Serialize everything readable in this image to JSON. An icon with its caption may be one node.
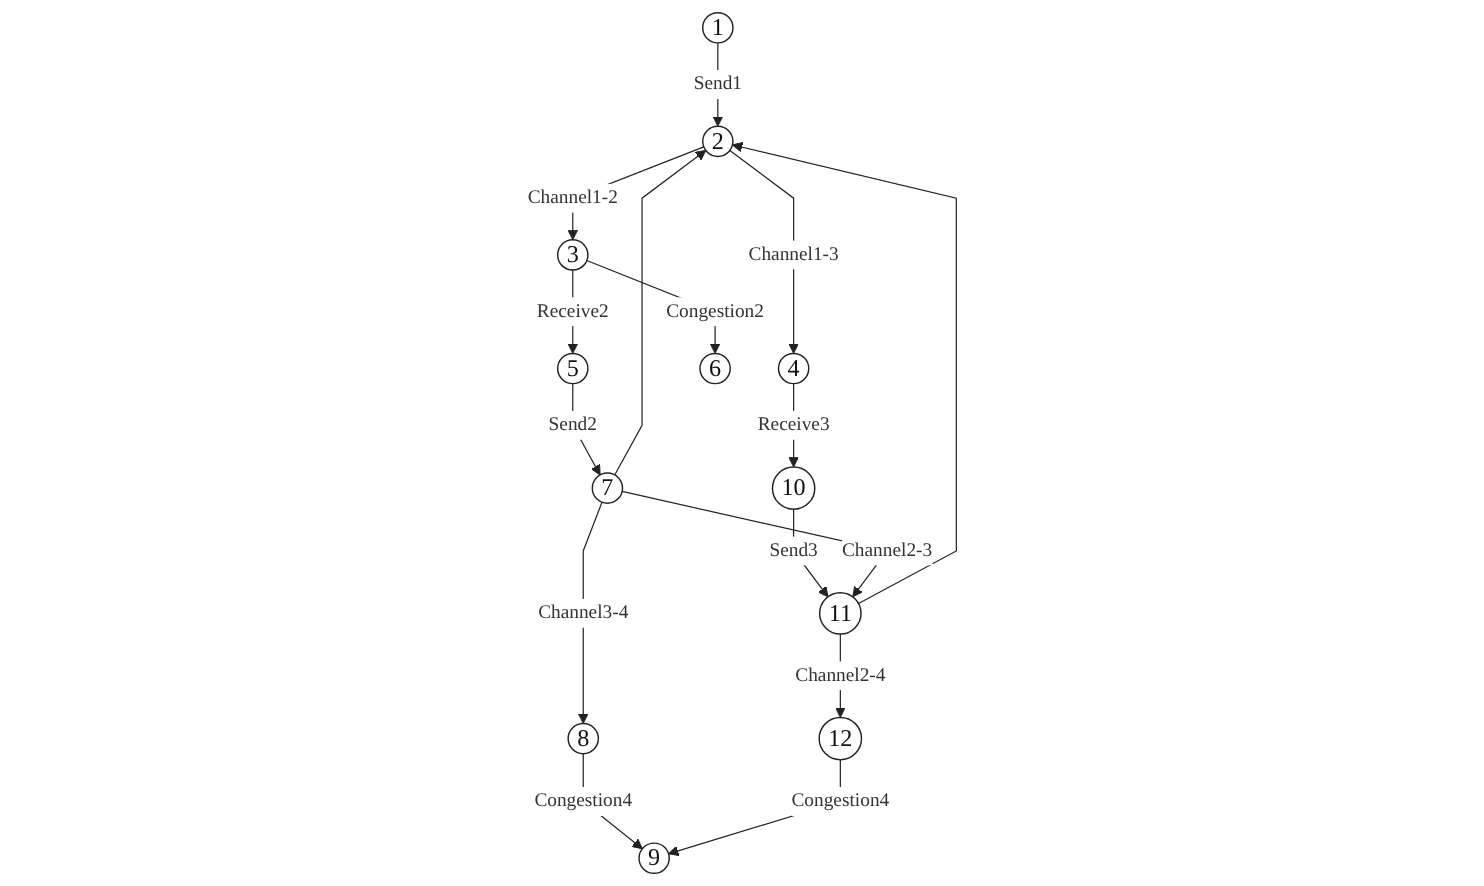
{
  "diagram": {
    "nodes": [
      {
        "text": [
          "1"
        ]
      },
      {
        "text": [
          "2"
        ]
      },
      {
        "text": [
          "3"
        ]
      },
      {
        "text": [
          "4"
        ]
      },
      {
        "text": [
          "5"
        ]
      },
      {
        "text": [
          "6"
        ]
      },
      {
        "text": [
          "7"
        ]
      },
      {
        "text": [
          "8"
        ]
      },
      {
        "text": [
          "9"
        ]
      },
      {
        "text": [
          "10"
        ]
      },
      {
        "text": [
          "11"
        ]
      },
      {
        "text": [
          "12"
        ]
      }
    ],
    "edges": [
      {
        "from": 0,
        "to": 1,
        "arrow": "to",
        "label": "Send1"
      },
      {
        "from": 1,
        "to": 2,
        "arrow": "to",
        "label": "Channel1-2"
      },
      {
        "from": 1,
        "to": 3,
        "arrow": "to",
        "label": "Channel1-3"
      },
      {
        "from": 2,
        "to": 5,
        "arrow": "to",
        "label": "Congestion2"
      },
      {
        "from": 2,
        "to": 4,
        "arrow": "to",
        "label": "Receive2"
      },
      {
        "from": 3,
        "to": 9,
        "arrow": "to",
        "label": "Receive3"
      },
      {
        "from": 4,
        "to": 6,
        "arrow": "to",
        "label": "Send2"
      },
      {
        "from": 6,
        "to": 1,
        "arrow": "to"
      },
      {
        "from": 9,
        "to": 10,
        "arrow": "to",
        "label": "Send3"
      },
      {
        "from": 6,
        "to": 10,
        "arrow": "to",
        "label": "Channel2-3"
      },
      {
        "from": 10,
        "to": 1,
        "arrow": "to"
      },
      {
        "from": 10,
        "to": 11,
        "arrow": "to",
        "label": "Channel2-4"
      },
      {
        "from": 6,
        "to": 7,
        "arrow": "to",
        "label": "Channel3-4"
      },
      {
        "from": 7,
        "to": 8,
        "arrow": "to",
        "label": "Congestion4"
      },
      {
        "from": 11,
        "to": 8,
        "arrow": "to",
        "label": "Congestion4"
      }
    ]
  }
}
